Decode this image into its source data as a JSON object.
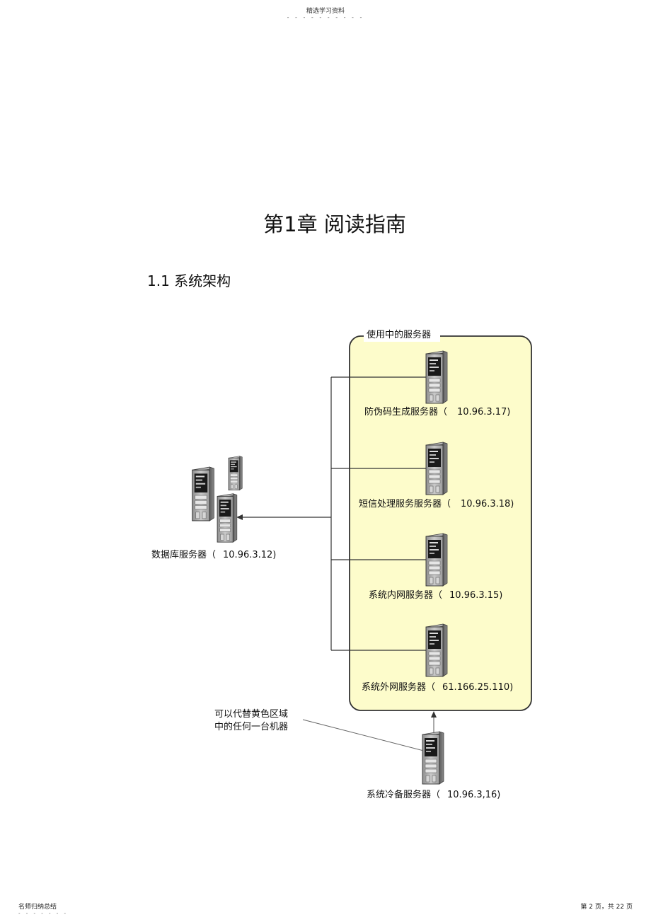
{
  "header": {
    "title": "精选学习资料",
    "dots": "- - - - - - - - - -"
  },
  "chapter_title": "第1章  阅读指南",
  "section_title": "1.1  系统架构",
  "diagram": {
    "group_label": "使用中的服务器",
    "group_fill": "#fdfccb",
    "servers": [
      {
        "name": "防伪码生成服务器（",
        "ip": "10.96.3.17)"
      },
      {
        "name": "短信处理服务服务器（",
        "ip": "10.96.3.18)"
      },
      {
        "name": "系统内网服务器（",
        "ip": "10.96.3.15)"
      },
      {
        "name": "系统外网服务器（",
        "ip": "61.166.25.110)"
      }
    ],
    "database": {
      "name": "数据库服务器（",
      "ip": "10.96.3.12)"
    },
    "cold_backup": {
      "name": "系统冷备服务器（",
      "ip": "10.96.3,16)"
    },
    "note_line1": "可以代替黄色区域",
    "note_line2": "中的任何一台机器"
  },
  "footer": {
    "left": "名师归纳总结",
    "left_dots": "- - - - - - -",
    "right": "第 2 页，共 22 页"
  }
}
